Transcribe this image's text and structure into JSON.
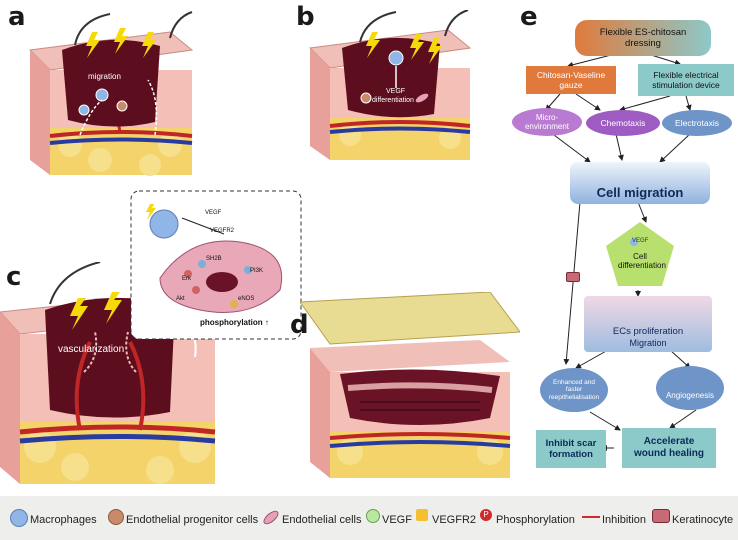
{
  "panels": {
    "a": {
      "letter": "a",
      "label": "migration"
    },
    "b": {
      "letter": "b",
      "label_vegf": "VEGF",
      "label_diff": "differentiation"
    },
    "c": {
      "letter": "c",
      "label": "vascularization"
    },
    "d": {
      "letter": "d"
    },
    "e": {
      "letter": "e"
    }
  },
  "inset": {
    "vegf": "VEGF",
    "vegfr2": "VEGFR2",
    "gene1": "SH2B",
    "gene2": "Erk",
    "gene3": "PI3K",
    "gene4": "Akt",
    "gene5": "eNOS",
    "phospho": "phosphorylation ↑"
  },
  "flow": {
    "top": "Flexible ES-chitosan dressing",
    "left": "Chitosan-Vaseline gauze",
    "right": "Flexible electrical stimulation device",
    "ell1": "Micro-environment",
    "ell2": "Chemotaxis",
    "ell3": "Electrotaxis",
    "migration": "Cell migration",
    "pent_vegf": "VEGF",
    "pent_label": "Cell differentiation",
    "ecs_title": "ECs proliferation",
    "ecs_sub": "Migration",
    "reepi": "Enhanced and faster reepithelialisation",
    "angio": "Angiogenesis",
    "scar": "Inhibit scar formation",
    "heal": "Accelerate wound healing"
  },
  "legend": {
    "macrophages": "Macrophages",
    "epc": "Endothelial progenitor cells",
    "ec": "Endothelial cells",
    "vegf": "VEGF",
    "vegfr2": "VEGFR2",
    "phospho": "Phosphorylation",
    "inhibition": "Inhibition",
    "keratinocyte": "Keratinocyte"
  },
  "colors": {
    "wound": "#5c0e1e",
    "skin": "#f0b8b0",
    "fat": "#f3d36a",
    "flow_orange": "#e07a3c",
    "flow_teal": "#8cc9c9",
    "flow_purple": "#b87bd1",
    "flow_blue": "#8fb2de",
    "flow_green": "#b8e06e"
  }
}
